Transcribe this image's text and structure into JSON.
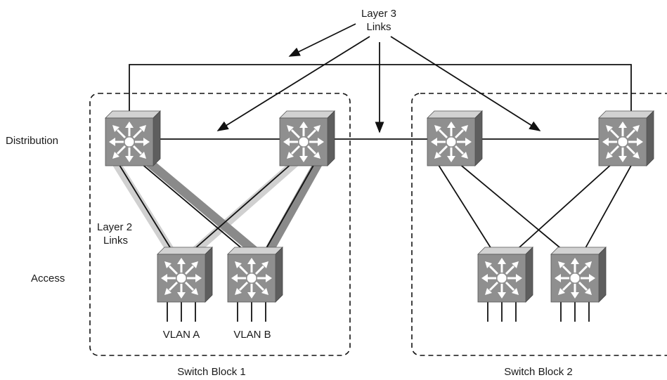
{
  "labels": {
    "layer3_line1": "Layer 3",
    "layer3_line2": "Links",
    "layer2_line1": "Layer 2",
    "layer2_line2": "Links",
    "distribution": "Distribution",
    "access": "Access",
    "vlan_a": "VLAN A",
    "vlan_b": "VLAN B",
    "switch_block_1": "Switch Block 1",
    "switch_block_2": "Switch Block 2"
  },
  "colors": {
    "switch_front": "#8f8f8f",
    "switch_top": "#d2d2d2",
    "switch_side": "#5e5e5e",
    "layer2_dark": "#8a8a8a",
    "layer2_light": "#d0d0d0",
    "link": "#111111"
  },
  "icons": [
    "multilayer-switch-icon"
  ]
}
